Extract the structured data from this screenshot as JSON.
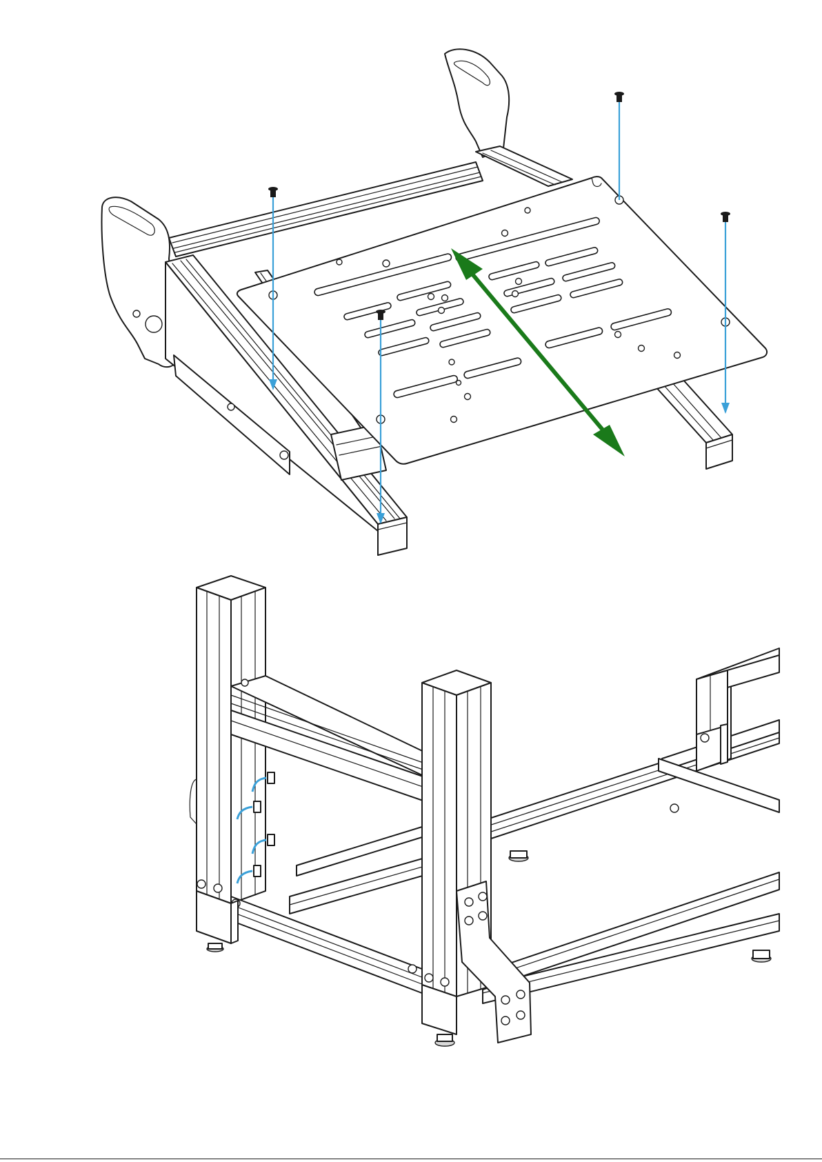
{
  "figure": {
    "footer_mark": "",
    "colors": {
      "line": "#1a1a1a",
      "screw_guide": "#3aa0d8",
      "slide_arrow": "#1a7a1a",
      "panel": "#ffffff"
    },
    "top_assembly": {
      "screws": [
        "screw-front-left",
        "screw-rear-left",
        "screw-front-right",
        "screw-center"
      ],
      "slide_direction_arrow": "double-headed-green-arrow"
    },
    "bottom_assembly": {
      "parts": [
        "aluminium-profile-frame",
        "corner-gusset-plate",
        "t-nuts",
        "levelling-feet"
      ]
    }
  }
}
